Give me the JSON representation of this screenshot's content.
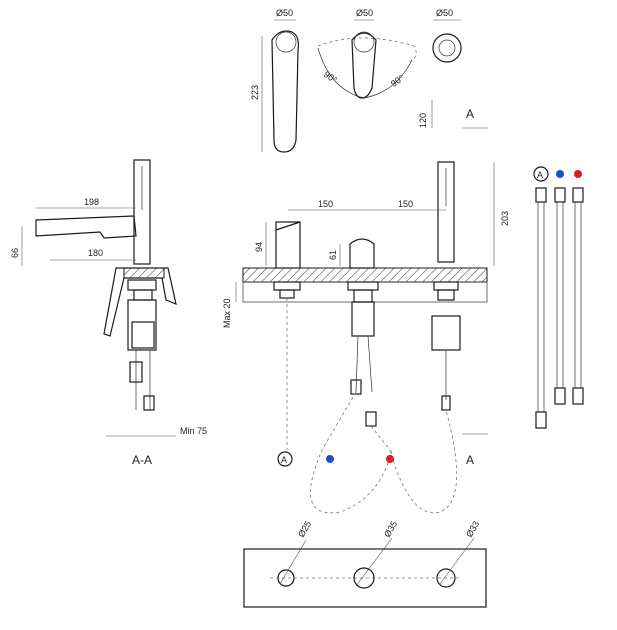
{
  "top_view": {
    "dia_spout": "Ø50",
    "dia_mixer": "Ø50",
    "dia_shower": "Ø50",
    "height_223": "223",
    "depth_120": "120",
    "angle_left": "90°",
    "angle_right": "90°",
    "section_mark": "A"
  },
  "side_section": {
    "reach_198": "198",
    "reach_180": "180",
    "height_66": "66",
    "min_75": "Min 75",
    "section_label": "A-A"
  },
  "front_view": {
    "spacing_left": "150",
    "spacing_right": "150",
    "height_203": "203",
    "height_94": "94",
    "height_61": "61",
    "max_20": "Max 20",
    "marker_a": "A",
    "section_mark": "A"
  },
  "hoses": {
    "marker_a": "A"
  },
  "holes": {
    "dia_1": "Ø25",
    "dia_2": "Ø35",
    "dia_3": "Ø33"
  },
  "colors": {
    "cold": "#1f4fc8",
    "hot": "#d81f26",
    "line": "#1a1a1a"
  }
}
